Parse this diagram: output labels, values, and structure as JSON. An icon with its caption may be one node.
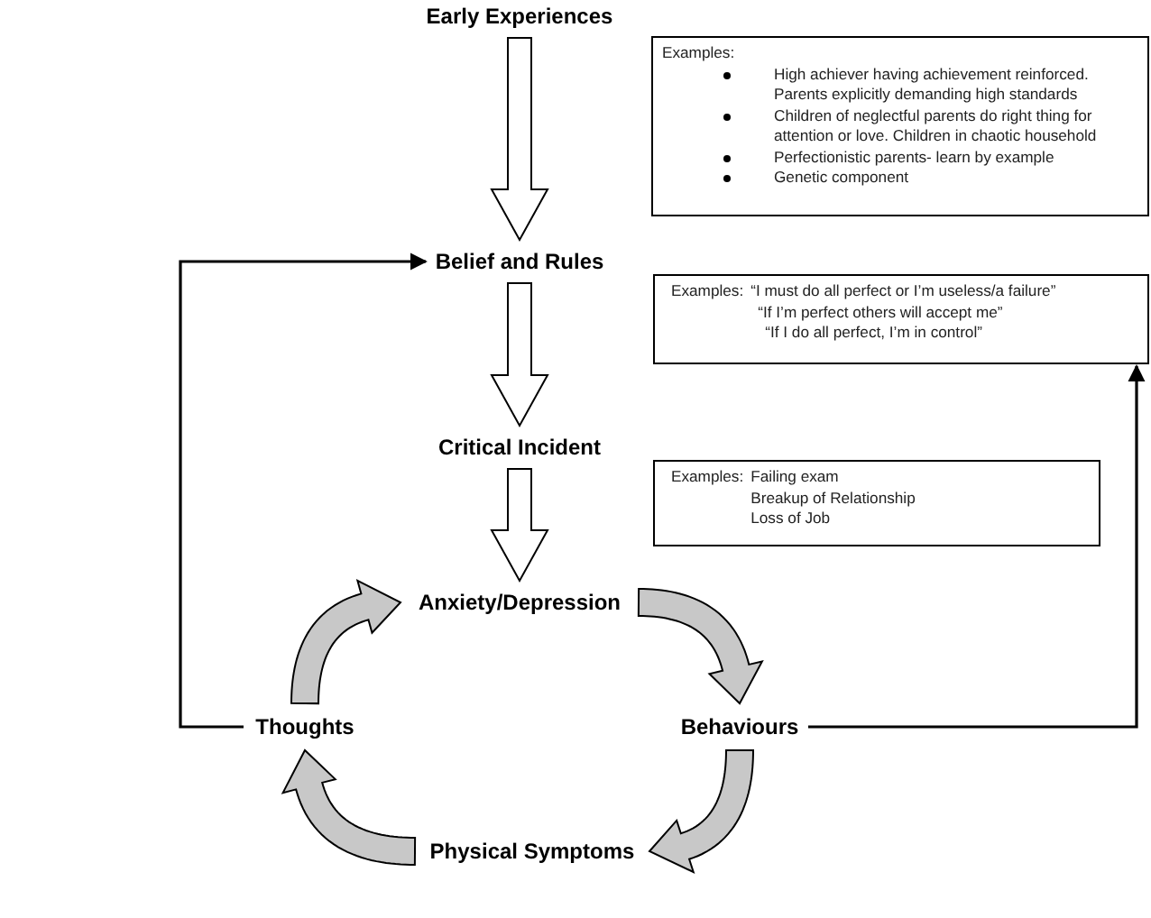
{
  "diagram": {
    "nodes": [
      {
        "text": [
          "Early Experiences"
        ]
      },
      {
        "text": [
          "Examples:",
          "High achiever having achievement reinforced. Parents explicitly demanding high standards",
          "Children of neglectful parents do right thing for attention or love. Children in chaotic household",
          "Perfectionistic parents- learn by example",
          "Genetic component"
        ]
      },
      {
        "text": [
          "Belief and Rules"
        ]
      },
      {
        "text": [
          "Examples:",
          "“I must do all perfect or I’m useless/a failure”",
          "“If I’m perfect others will accept me”",
          "“If I do all perfect, I’m in control”"
        ]
      },
      {
        "text": [
          "Critical Incident"
        ]
      },
      {
        "text": [
          "Examples:",
          "Failing exam",
          "Breakup of Relationship",
          "Loss of Job"
        ]
      },
      {
        "text": [
          "Anxiety/Depression"
        ]
      },
      {
        "text": [
          "Thoughts"
        ]
      },
      {
        "text": [
          "Behaviours"
        ]
      },
      {
        "text": [
          "Physical Symptoms"
        ]
      }
    ],
    "edges": [
      {
        "from": 0,
        "to": 2,
        "arrow": "to"
      },
      {
        "from": 2,
        "to": 4,
        "arrow": "to"
      },
      {
        "from": 4,
        "to": 6,
        "arrow": "to"
      },
      {
        "from": 6,
        "to": 8,
        "arrow": "to"
      },
      {
        "from": 8,
        "to": 9,
        "arrow": "to"
      },
      {
        "from": 9,
        "to": 7,
        "arrow": "to"
      },
      {
        "from": 7,
        "to": 6,
        "arrow": "to"
      },
      {
        "from": 7,
        "to": 2,
        "arrow": "to"
      },
      {
        "from": 8,
        "to": 3,
        "arrow": "to"
      }
    ]
  }
}
